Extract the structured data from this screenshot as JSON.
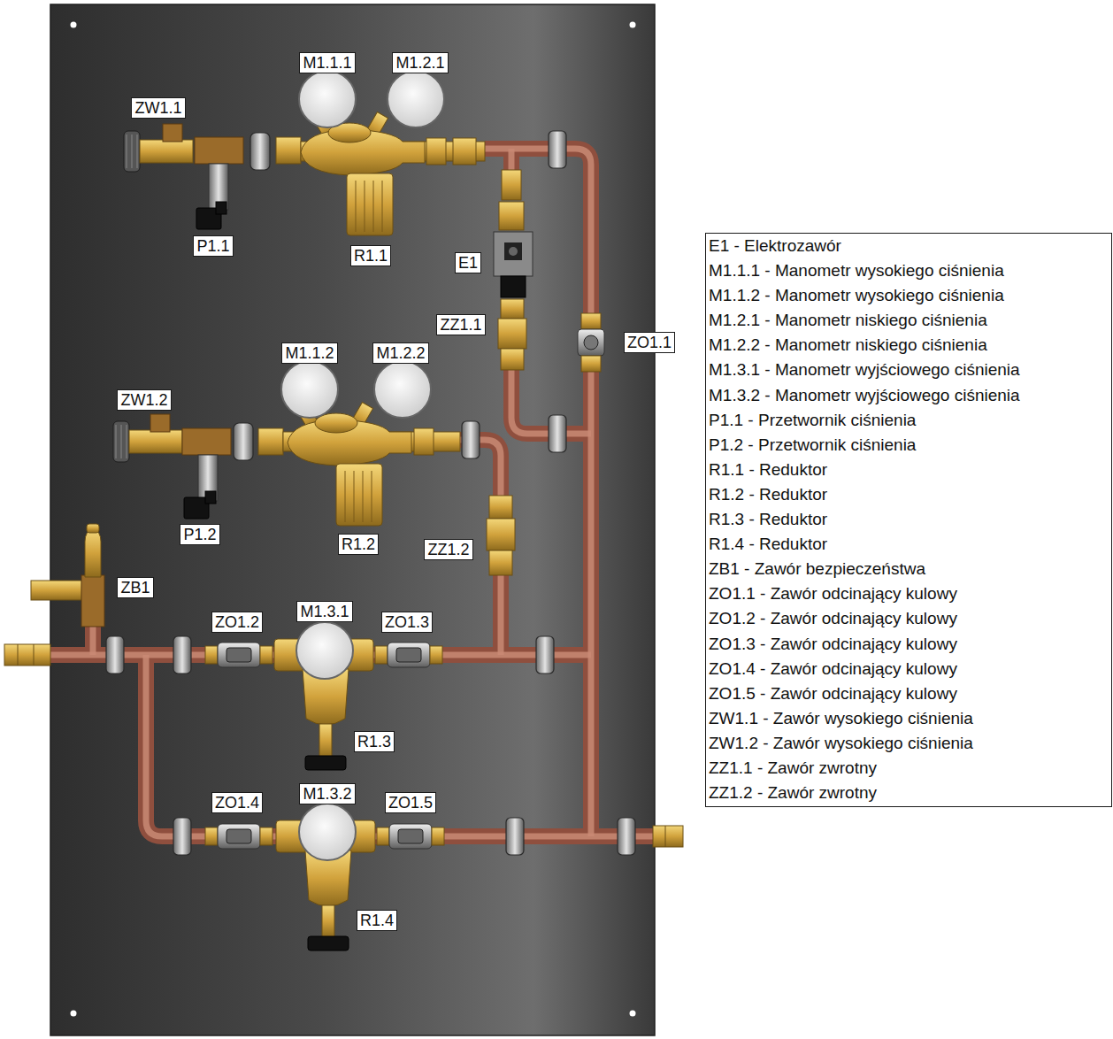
{
  "diagram": {
    "nodes": [
      {
        "text": [
          "M1.1.1"
        ]
      },
      {
        "text": [
          "M1.2.1"
        ]
      },
      {
        "text": [
          "ZW1.1"
        ]
      },
      {
        "text": [
          "P1.1"
        ]
      },
      {
        "text": [
          "R1.1"
        ]
      },
      {
        "text": [
          "E1"
        ]
      },
      {
        "text": [
          "ZZ1.1"
        ]
      },
      {
        "text": [
          "ZO1.1"
        ]
      },
      {
        "text": [
          "M1.1.2"
        ]
      },
      {
        "text": [
          "M1.2.2"
        ]
      },
      {
        "text": [
          "ZW1.2"
        ]
      },
      {
        "text": [
          "P1.2"
        ]
      },
      {
        "text": [
          "R1.2"
        ]
      },
      {
        "text": [
          "ZZ1.2"
        ]
      },
      {
        "text": [
          "ZB1"
        ]
      },
      {
        "text": [
          "ZO1.2"
        ]
      },
      {
        "text": [
          "M1.3.1"
        ]
      },
      {
        "text": [
          "ZO1.3"
        ]
      },
      {
        "text": [
          "R1.3"
        ]
      },
      {
        "text": [
          "M1.3.2"
        ]
      },
      {
        "text": [
          "ZO1.4"
        ]
      },
      {
        "text": [
          "ZO1.5"
        ]
      },
      {
        "text": [
          "R1.4"
        ]
      }
    ],
    "legend": [
      {
        "text": "E1 - Elektrozawór"
      },
      {
        "text": "M1.1.1 - Manometr wysokiego ciśnienia"
      },
      {
        "text": "M1.1.2 - Manometr wysokiego ciśnienia"
      },
      {
        "text": "M1.2.1 - Manometr niskiego ciśnienia"
      },
      {
        "text": "M1.2.2 - Manometr niskiego ciśnienia"
      },
      {
        "text": "M1.3.1 - Manometr wyjściowego ciśnienia"
      },
      {
        "text": "M1.3.2 - Manometr wyjściowego ciśnienia"
      },
      {
        "text": "P1.1 - Przetwornik ciśnienia"
      },
      {
        "text": "P1.2 - Przetwornik ciśnienia"
      },
      {
        "text": "R1.1 - Reduktor"
      },
      {
        "text": "R1.2 - Reduktor"
      },
      {
        "text": "R1.3 - Reduktor"
      },
      {
        "text": "R1.4 - Reduktor"
      },
      {
        "text": "ZB1 - Zawór bezpieczeństwa"
      },
      {
        "text": "ZO1.1 - Zawór odcinający kulowy"
      },
      {
        "text": "ZO1.2 - Zawór odcinający kulowy"
      },
      {
        "text": "ZO1.3 - Zawór odcinający kulowy"
      },
      {
        "text": "ZO1.4 - Zawór odcinający kulowy"
      },
      {
        "text": "ZO1.5 - Zawór odcinający kulowy"
      },
      {
        "text": "ZW1.1 - Zawór wysokiego ciśnienia"
      },
      {
        "text": "ZW1.2 - Zawór wysokiego ciśnienia"
      },
      {
        "text": "ZZ1.1 - Zawór zwrotny"
      },
      {
        "text": "ZZ1.2 - Zawór zwrotny"
      }
    ]
  }
}
